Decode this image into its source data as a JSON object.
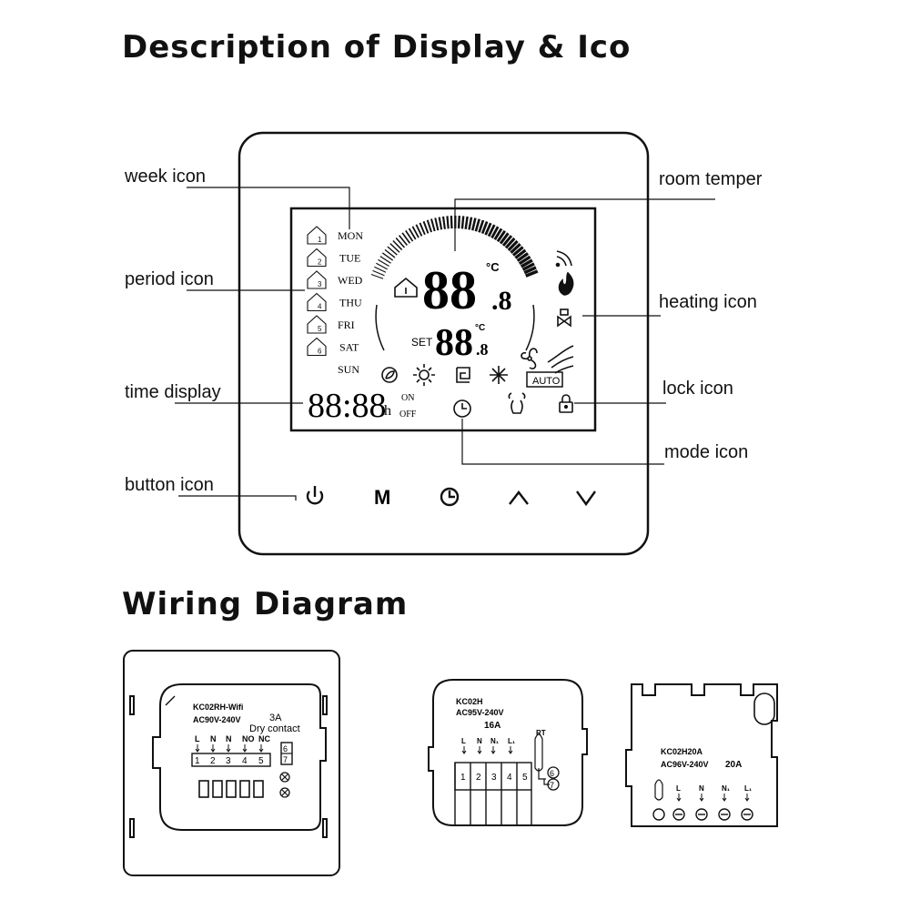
{
  "titles": {
    "display": "Description of Display & Ico",
    "wiring": "Wiring Diagram"
  },
  "callouts": {
    "week": "week icon",
    "period": "period icon",
    "time": "time display",
    "button": "button icon",
    "room": "room temper",
    "heating": "heating icon",
    "lock": "lock icon",
    "mode": "mode icon"
  },
  "lcd": {
    "days": [
      "MON",
      "TUE",
      "WED",
      "THU",
      "FRI",
      "SAT",
      "SUN"
    ],
    "periods": [
      "1",
      "2",
      "3",
      "4",
      "5",
      "6"
    ],
    "room_digits": "88",
    "room_decimal": ".8",
    "room_unit": "°C",
    "set_label": "SET",
    "set_digits": "88",
    "set_decimal": ".8",
    "set_unit": "°C",
    "time": "88:88",
    "time_unit": "h",
    "on": "ON",
    "off": "OFF",
    "auto": "AUTO"
  },
  "buttons": {
    "mode": "M"
  },
  "devices": [
    {
      "model": "KC02RH-Wifi",
      "spec": "AC90V-240V",
      "current": "3A",
      "extra": "Dry contact",
      "terms": [
        "L",
        "N",
        "N",
        "NO",
        "NC"
      ],
      "nums": [
        "1",
        "2",
        "3",
        "4",
        "5"
      ],
      "side": [
        "6",
        "7"
      ]
    },
    {
      "model": "KC02H",
      "spec": "AC95V-240V",
      "current": "16A",
      "rt": "RT",
      "terms": [
        "L",
        "N",
        "N₁",
        "L₁"
      ],
      "nums": [
        "1",
        "2",
        "3",
        "4",
        "5"
      ],
      "side": [
        "6",
        "7"
      ]
    },
    {
      "model": "KC02H20A",
      "spec": "AC96V-240V",
      "current": "20A",
      "terms": [
        "L",
        "N",
        "N₁",
        "L₁"
      ]
    }
  ]
}
